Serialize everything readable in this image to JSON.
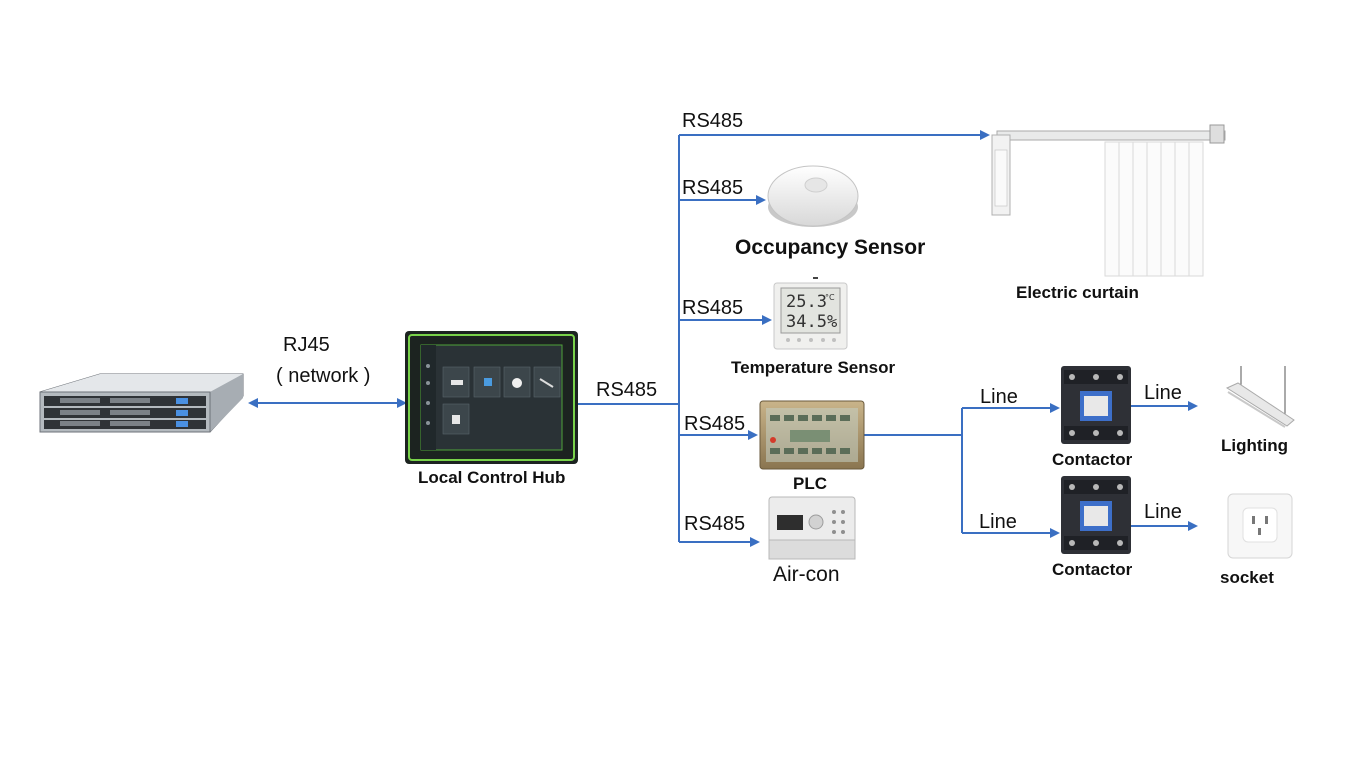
{
  "links": {
    "rj45": "RJ45",
    "network": "( network )",
    "hub_bus": "RS485",
    "curtain_bus": "RS485",
    "occupancy_bus": "RS485",
    "temperature_bus": "RS485",
    "plc_bus": "RS485",
    "aircon_bus": "RS485",
    "line_upper_in": "Line",
    "line_upper_out": "Line",
    "line_lower_in": "Line",
    "line_lower_out": "Line"
  },
  "devices": {
    "hub": "Local Control Hub",
    "occupancy": "Occupancy Sensor",
    "curtain": "Electric curtain",
    "temperature": "Temperature Sensor",
    "plc": "PLC",
    "aircon": "Air-con",
    "contactor_upper": "Contactor",
    "contactor_lower": "Contactor",
    "lighting": "Lighting",
    "socket": "socket"
  },
  "displays": {
    "temperature_top": "25.3",
    "temperature_unit": "°C",
    "temperature_bottom": "34.5%"
  },
  "colors": {
    "connector": "#3a6fc2"
  }
}
